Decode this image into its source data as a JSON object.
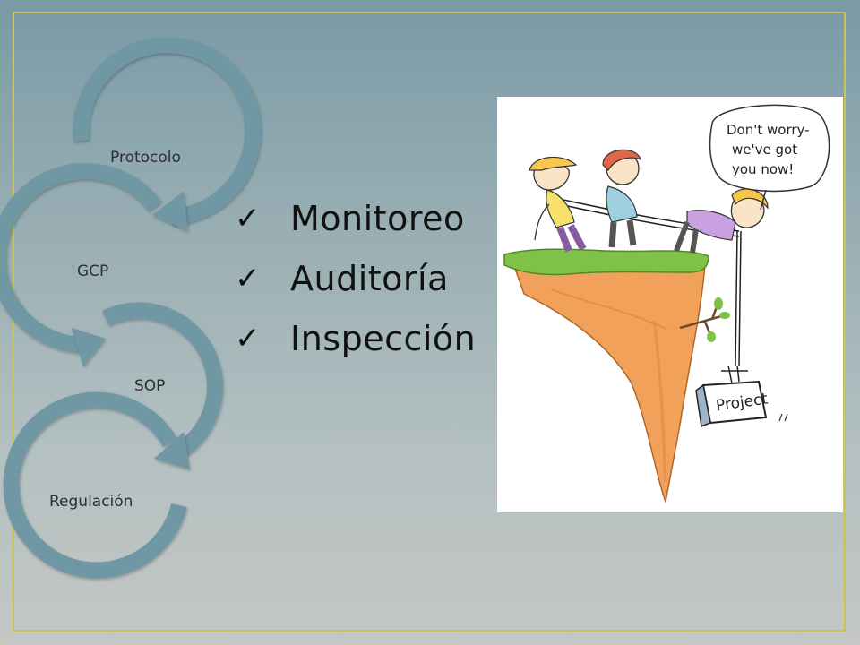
{
  "slide": {
    "accent_color": "#c7c64f",
    "ring_color": "#6f97a4"
  },
  "cycle": {
    "steps": [
      "Protocolo",
      "GCP",
      "SOP",
      "Regulación"
    ]
  },
  "checklist": {
    "items": [
      "Monitoreo",
      "Auditoría",
      "Inspección"
    ],
    "icon": "check-icon"
  },
  "cartoon": {
    "speech": [
      "Don't worry-",
      "we've got",
      "you now!"
    ],
    "box_label": "Project"
  }
}
